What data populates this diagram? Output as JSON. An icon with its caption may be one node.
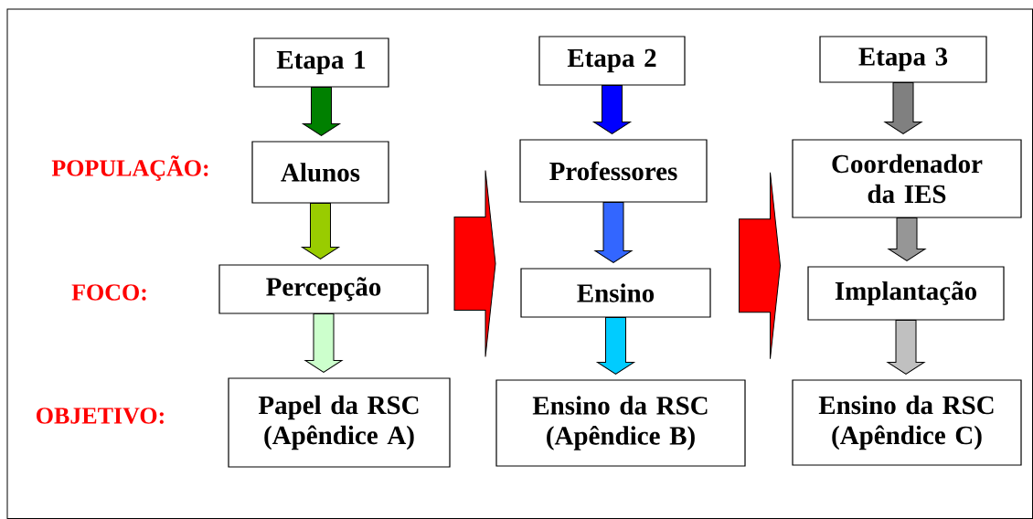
{
  "diagram": {
    "nodes": [
      {
        "text": [
          "Etapa 1"
        ]
      },
      {
        "text": [
          "Alunos"
        ]
      },
      {
        "text": [
          "Percepção"
        ]
      },
      {
        "text": [
          "Papel da RSC (Apêndice A)"
        ]
      },
      {
        "text": [
          "Etapa 2"
        ]
      },
      {
        "text": [
          "Professores"
        ]
      },
      {
        "text": [
          "Ensino"
        ]
      },
      {
        "text": [
          "Ensino da RSC (Apêndice B)"
        ]
      },
      {
        "text": [
          "Etapa 3"
        ]
      },
      {
        "text": [
          "Coordenador da IES"
        ]
      },
      {
        "text": [
          "Implantação"
        ]
      },
      {
        "text": [
          "Ensino da RSC (Apêndice C)"
        ]
      }
    ],
    "edges": [
      {
        "from": 0,
        "to": 1,
        "arrow": "to",
        "color": "#008000"
      },
      {
        "from": 1,
        "to": 2,
        "arrow": "to",
        "color": "#99cc00"
      },
      {
        "from": 2,
        "to": 3,
        "arrow": "to",
        "color": "#ccffcc"
      },
      {
        "from": 4,
        "to": 5,
        "arrow": "to",
        "color": "#0000ff"
      },
      {
        "from": 5,
        "to": 6,
        "arrow": "to",
        "color": "#3366ff"
      },
      {
        "from": 6,
        "to": 7,
        "arrow": "to",
        "color": "#00ccff"
      },
      {
        "from": 8,
        "to": 9,
        "arrow": "to",
        "color": "#808080"
      },
      {
        "from": 9,
        "to": 10,
        "arrow": "to",
        "color": "#969696"
      },
      {
        "from": 10,
        "to": 11,
        "arrow": "to",
        "color": "#c0c0c0"
      },
      {
        "from": 2,
        "to": 6,
        "arrow": "to",
        "color": "#ff0000"
      },
      {
        "from": 6,
        "to": 10,
        "arrow": "to",
        "color": "#ff0000"
      }
    ],
    "labels": [
      "POPULAÇÃO:",
      "FOCO:",
      "OBJETIVO:"
    ]
  }
}
